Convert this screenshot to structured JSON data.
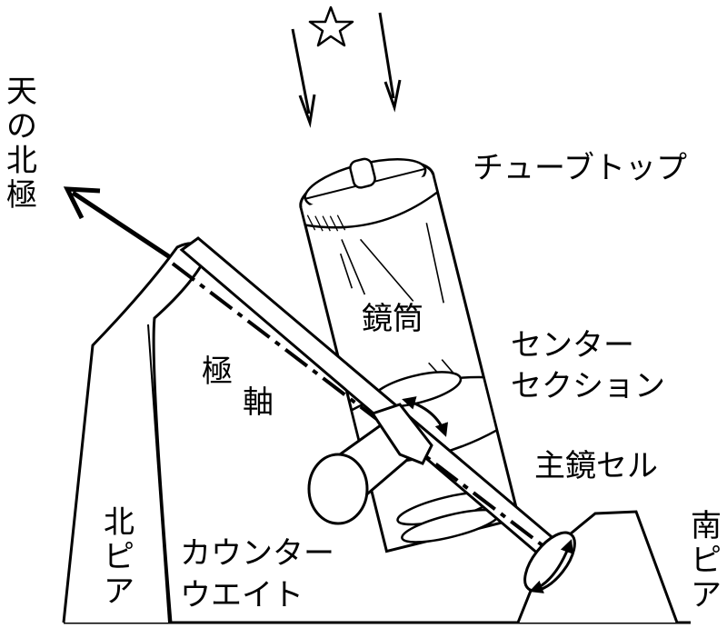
{
  "labels": {
    "north_celestial_pole": "天の北極",
    "tube_top": "チューブトップ",
    "tube": "鏡筒",
    "center_section_line1": "センター",
    "center_section_line2": "セクション",
    "polar_axis_1": "極",
    "polar_axis_2": "軸",
    "primary_mirror_cell": "主鏡セル",
    "north_pier": "北ピア",
    "counterweight_line1": "カウンター",
    "counterweight_line2": "ウエイト",
    "south_pier": "南ピア"
  },
  "icons": {
    "star": "star-icon"
  }
}
